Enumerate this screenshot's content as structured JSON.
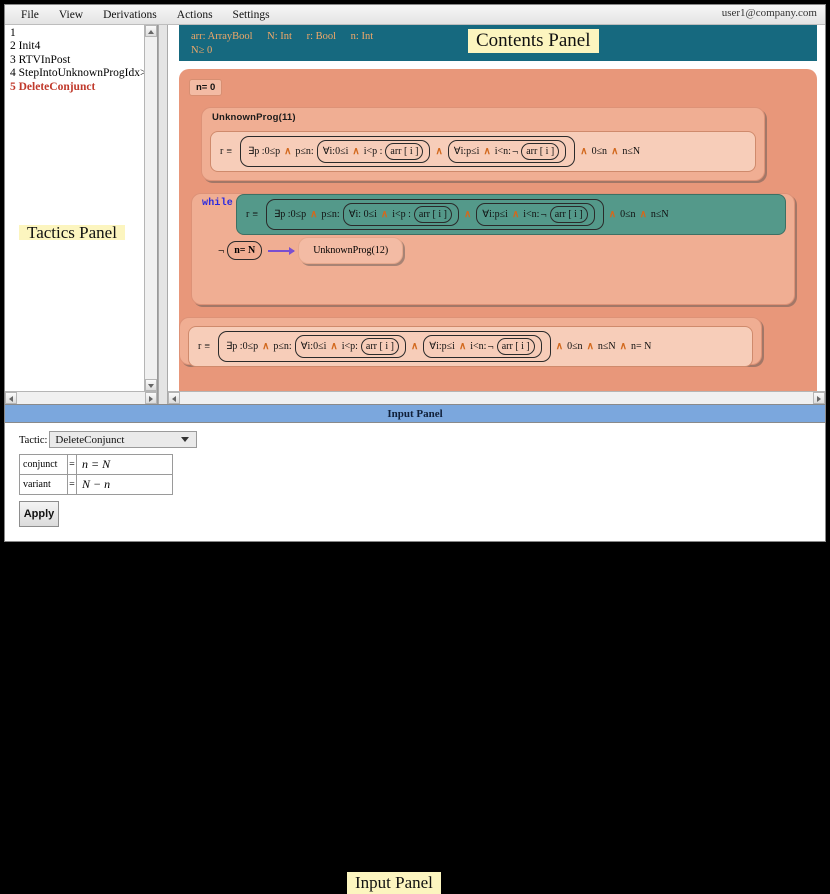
{
  "menubar": {
    "items": [
      "File",
      "View",
      "Derivations",
      "Actions",
      "Settings"
    ],
    "user": "user1@company.com"
  },
  "annotations": {
    "tactics_panel": "Tactics Panel",
    "contents_panel": "Contents Panel",
    "input_panel": "Input Panel"
  },
  "tactics_panel": {
    "items": [
      {
        "num": "1",
        "label": ""
      },
      {
        "num": "2",
        "label": "Init4"
      },
      {
        "num": "3",
        "label": "RTVInPost"
      },
      {
        "num": "4",
        "label": "StepIntoUnknownProgIdx>"
      },
      {
        "num": "5",
        "label": "DeleteConjunct",
        "selected": true
      }
    ],
    "rows": [
      "1",
      "2 Init4",
      "3 RTVInPost",
      "4 StepIntoUnknownProgIdx>",
      "5 DeleteConjunct"
    ]
  },
  "context_bar": {
    "declarations": [
      "arr: ArrayBool",
      "N: Int",
      "r: Bool",
      "n: Int"
    ],
    "constraint": "N≥ 0",
    "background": "#16697f",
    "text_color": "#f0a868"
  },
  "contents": {
    "state_badge": "n= 0",
    "block1": {
      "label": "UnknownProg(11)",
      "formula": {
        "lhs": "r",
        "rel": "≡",
        "exists_head": "∃p :0≤p",
        "exists_conj": "p≤n:",
        "forall1": "∀i:0≤i",
        "forall1_body": "i<p :",
        "arr1": "arr [ i ]",
        "forall2": "∀i:p≤i",
        "forall2_body": "i<n:",
        "neg": "¬",
        "arr2": "arr [ i ]",
        "tail": [
          "0≤n",
          "n≤N"
        ]
      }
    },
    "block2": {
      "keyword": "while",
      "formula": {
        "lhs": "r",
        "rel": "≡",
        "exists_head": "∃p :0≤p",
        "exists_conj": "p≤n:",
        "forall1": "∀i: 0≤i",
        "forall1_body": "i<p :",
        "arr1": "arr [ i ]",
        "forall2": "∀i:p≤i",
        "forall2_body": "i<n:",
        "neg": "¬",
        "arr2": "arr [ i ]",
        "tail": [
          "0≤n",
          "n≤N"
        ]
      },
      "guard_neg": "¬",
      "guard": "n= N",
      "body_label": "UnknownProg(12)"
    },
    "block3": {
      "formula": {
        "lhs": "r",
        "rel": "≡",
        "exists_head": "∃p :0≤p",
        "exists_conj": "p≤n:",
        "forall1": "∀i:0≤i",
        "forall1_body": "i<p:",
        "arr1": "arr [ i ]",
        "forall2": "∀i:p≤i",
        "forall2_body": "i<n:",
        "neg": "¬",
        "arr2": "arr [ i ]",
        "tail": [
          "0≤n",
          "n≤N",
          "n= N"
        ]
      }
    },
    "and_symbol": "∧"
  },
  "input_panel": {
    "title": "Input Panel",
    "tactic_label": "Tactic:",
    "tactic_value": "DeleteConjunct",
    "fields": [
      {
        "name": "conjunct",
        "eq": "=",
        "value": "n = N"
      },
      {
        "name": "variant",
        "eq": "=",
        "value": "N − n"
      }
    ],
    "apply_label": "Apply"
  }
}
